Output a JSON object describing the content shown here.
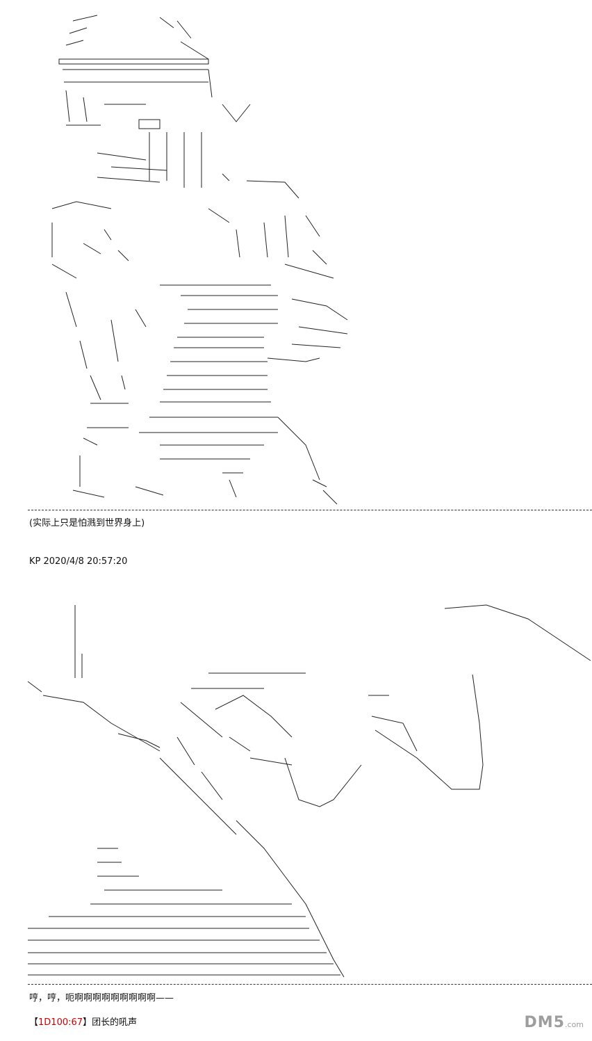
{
  "post1": {
    "caption": "(实际上只是怕溅到世界身上)"
  },
  "post2": {
    "header": "KP 2020/4/8 20:57:20",
    "line1": "哼，哼，呃啊啊啊啊啊啊啊啊啊——",
    "dice_open": "【",
    "dice_roll": "1D100:67",
    "dice_close": "】",
    "dice_label": "团长的吼声"
  },
  "watermark": {
    "logo": "DM5",
    "domain": ".com"
  }
}
